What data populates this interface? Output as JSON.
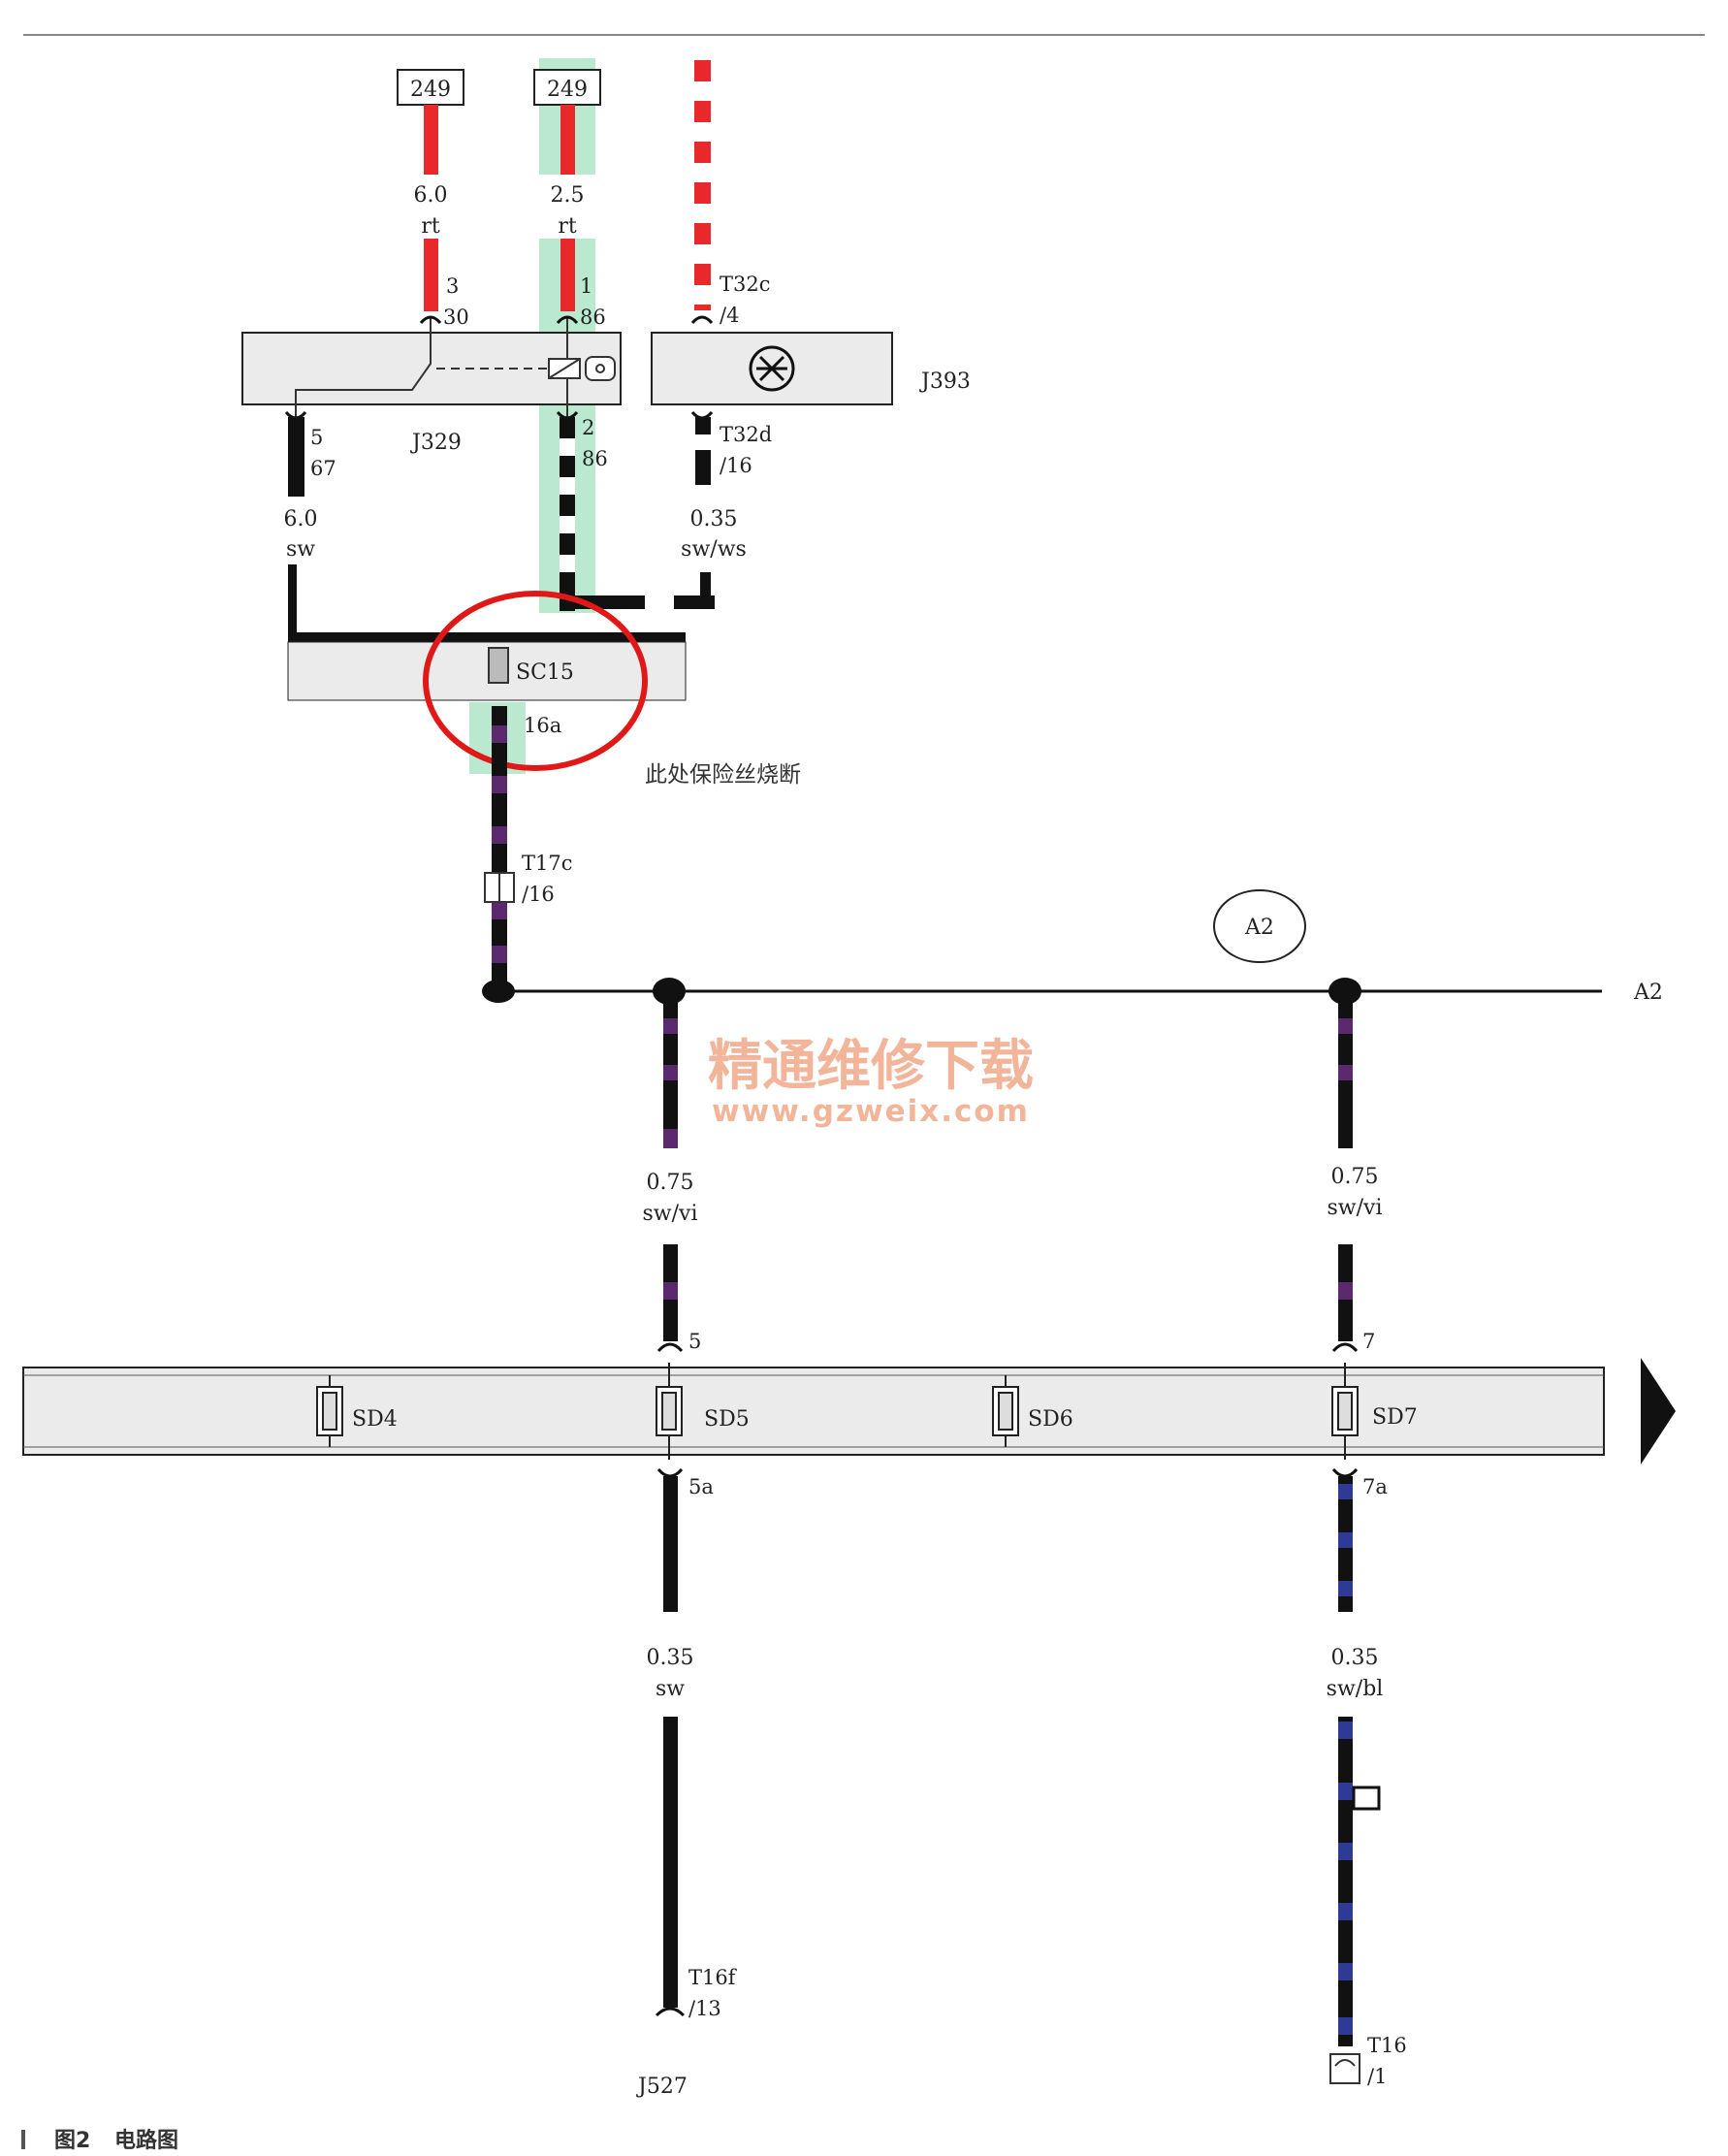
{
  "watermark": {
    "title": "精通维修下载",
    "url": "www.gzweix.com"
  },
  "caption": {
    "figure": "图2",
    "text": "电路图"
  },
  "note": "此处保险丝烧断",
  "colors": {
    "red": "#e8282a",
    "black": "#111111",
    "violet": "#5b2a6e",
    "blue": "#2f3a96",
    "highlight": "#a9e4c4",
    "circle": "#e01818",
    "box_fill": "#ebebeb"
  },
  "components": {
    "top_left_box": "249",
    "top_mid_box": "249",
    "relay": "J329",
    "module": "J393",
    "fuse_top": "SC15",
    "node": "A2",
    "rail_label": "A2",
    "fuses": [
      "SD4",
      "SD5",
      "SD6",
      "SD7"
    ],
    "bottom_left": "J527"
  },
  "wires": {
    "w1": {
      "size": "6.0",
      "color": "rt"
    },
    "w2": {
      "size": "2.5",
      "color": "rt"
    },
    "w3": {
      "size": "6.0",
      "color": "sw"
    },
    "w4": {
      "size": "0.35",
      "color": "sw/ws"
    },
    "w5": {
      "size": "0.75",
      "color": "sw/vi"
    },
    "w6": {
      "size": "0.75",
      "color": "sw/vi"
    },
    "w7": {
      "size": "0.35",
      "color": "sw"
    },
    "w8": {
      "size": "0.35",
      "color": "sw/bl"
    }
  },
  "pins": {
    "j329_30_a": "3",
    "j329_30_b": "30",
    "j329_86_a": "1",
    "j329_86_b": "86",
    "j329_67_a": "5",
    "j329_67_b": "67",
    "j329_86o_a": "2",
    "j329_86o_b": "86",
    "t32c_a": "T32c",
    "t32c_b": "/4",
    "t32d_a": "T32d",
    "t32d_b": "/16",
    "sc15_out": "16a",
    "t17c_a": "T17c",
    "t17c_b": "/16",
    "sd5_in": "5",
    "sd5_out": "5a",
    "sd7_in": "7",
    "sd7_out": "7a",
    "t16f_a": "T16f",
    "t16f_b": "/13",
    "t16_a": "T16",
    "t16_b": "/1"
  }
}
